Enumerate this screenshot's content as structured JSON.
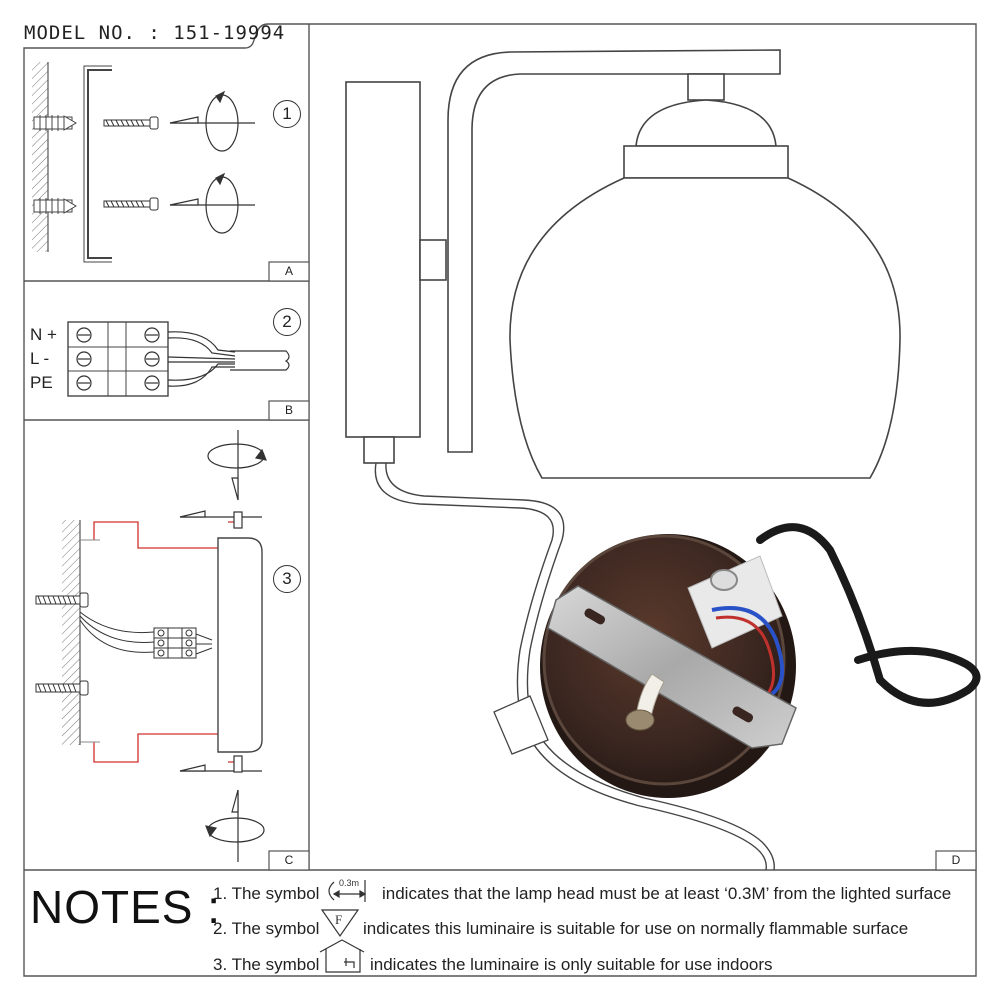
{
  "header": {
    "model_label": "MODEL NO. : 151-19994"
  },
  "panels": {
    "a": {
      "label": "A",
      "step": "1"
    },
    "b": {
      "label": "B",
      "step": "2",
      "terminals": [
        "N +",
        "L -",
        "PE"
      ]
    },
    "c": {
      "label": "C",
      "step": "3"
    },
    "d": {
      "label": "D"
    }
  },
  "notes": {
    "title": "NOTES :",
    "items": [
      {
        "prefix": "1. The symbol",
        "symbol": "0.3m",
        "text": "indicates that the lamp head must be at least ‘0.3M’ from the lighted surface"
      },
      {
        "prefix": "2. The symbol",
        "symbol": "F",
        "text": "indicates this luminaire is suitable for use on normally flammable surface"
      },
      {
        "prefix": "3. The symbol",
        "symbol": "",
        "text": "indicates the luminaire is only suitable for use indoors"
      }
    ]
  }
}
